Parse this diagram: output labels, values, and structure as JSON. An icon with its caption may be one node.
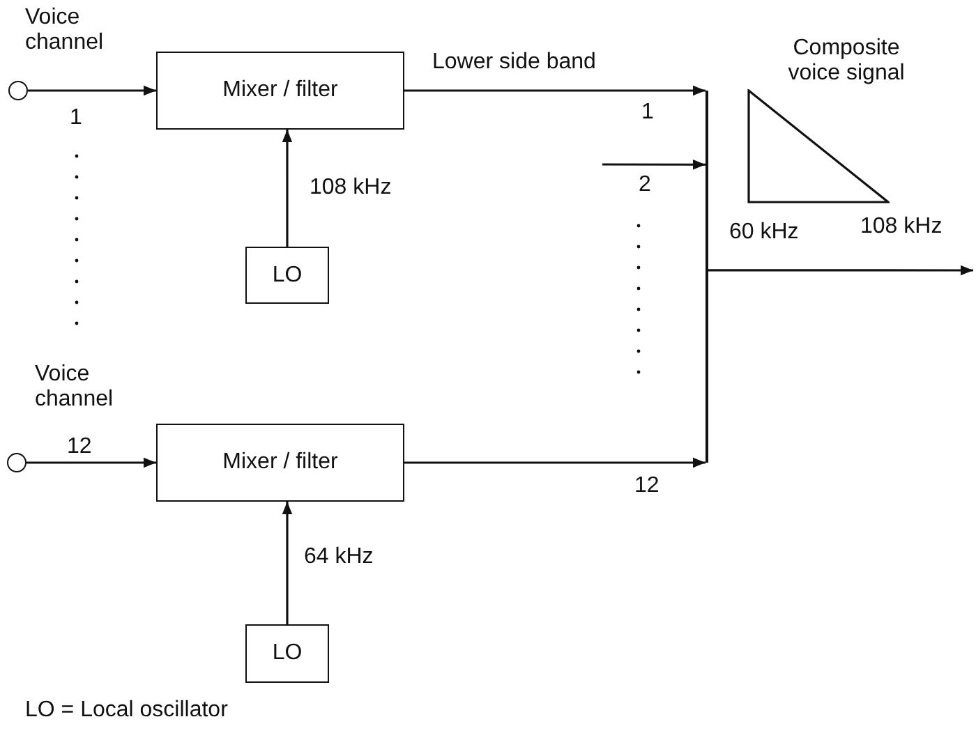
{
  "diagram": {
    "nodes": [
      {
        "text": [],
        "shape": "circle",
        "beside": [
          "Voice channel"
        ]
      },
      {
        "text": [
          "Mixer / filter"
        ]
      },
      {
        "text": [
          "LO"
        ]
      },
      {
        "text": [],
        "shape": "circle",
        "beside": [
          "Voice channel"
        ]
      },
      {
        "text": [
          "Mixer / filter"
        ]
      },
      {
        "text": [
          "LO"
        ]
      },
      {
        "text": [],
        "shape": "bar"
      },
      {
        "text": [],
        "shape": "triangle",
        "beside": [
          "Composite voice signal",
          "60 kHz",
          "108 kHz"
        ]
      }
    ],
    "edges": [
      {
        "from": 0,
        "to": 1,
        "arrow": "to",
        "label": "1"
      },
      {
        "from": 2,
        "to": 1,
        "arrow": "to",
        "label": "108 kHz"
      },
      {
        "from": 1,
        "to": 6,
        "arrow": "to",
        "label": "Lower side band"
      },
      {
        "from": null,
        "to": 6,
        "arrow": "to",
        "label": "2"
      },
      {
        "from": 3,
        "to": 4,
        "arrow": "to",
        "label": "12"
      },
      {
        "from": 5,
        "to": 4,
        "arrow": "to",
        "label": "64 kHz"
      },
      {
        "from": 4,
        "to": 6,
        "arrow": "to",
        "label": "12"
      },
      {
        "from": 6,
        "to": null,
        "arrow": "to"
      }
    ],
    "labels": [
      "1",
      "LO = Local oscillator"
    ]
  }
}
